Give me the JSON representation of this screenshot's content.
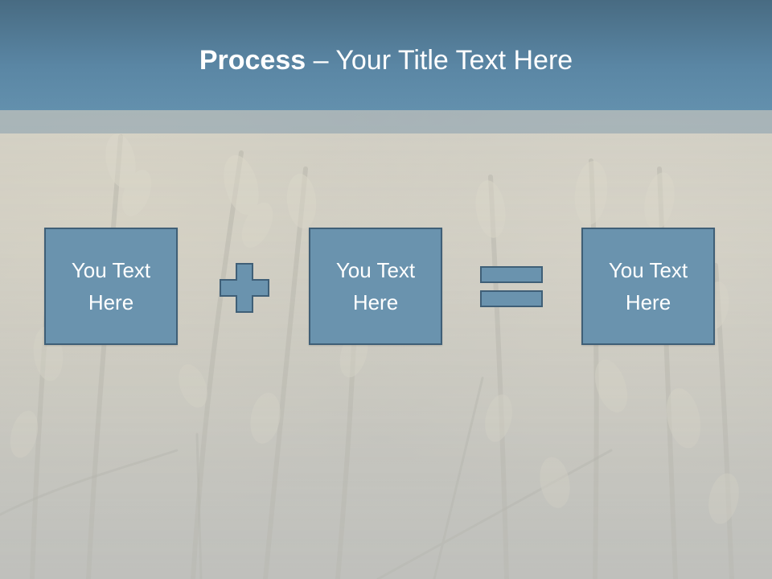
{
  "slide": {
    "title_bold": "Process",
    "title_rest": " – Your Title Text Here",
    "boxes": [
      {
        "label": "You Text Here"
      },
      {
        "label": "You Text Here"
      },
      {
        "label": "You Text Here"
      }
    ],
    "operators": [
      "plus-icon",
      "equals-icon"
    ]
  },
  "colors": {
    "title_bar": "#5a86a4",
    "box_fill": "#6a93ae",
    "box_border": "#3f5f77",
    "text": "#ffffff"
  }
}
